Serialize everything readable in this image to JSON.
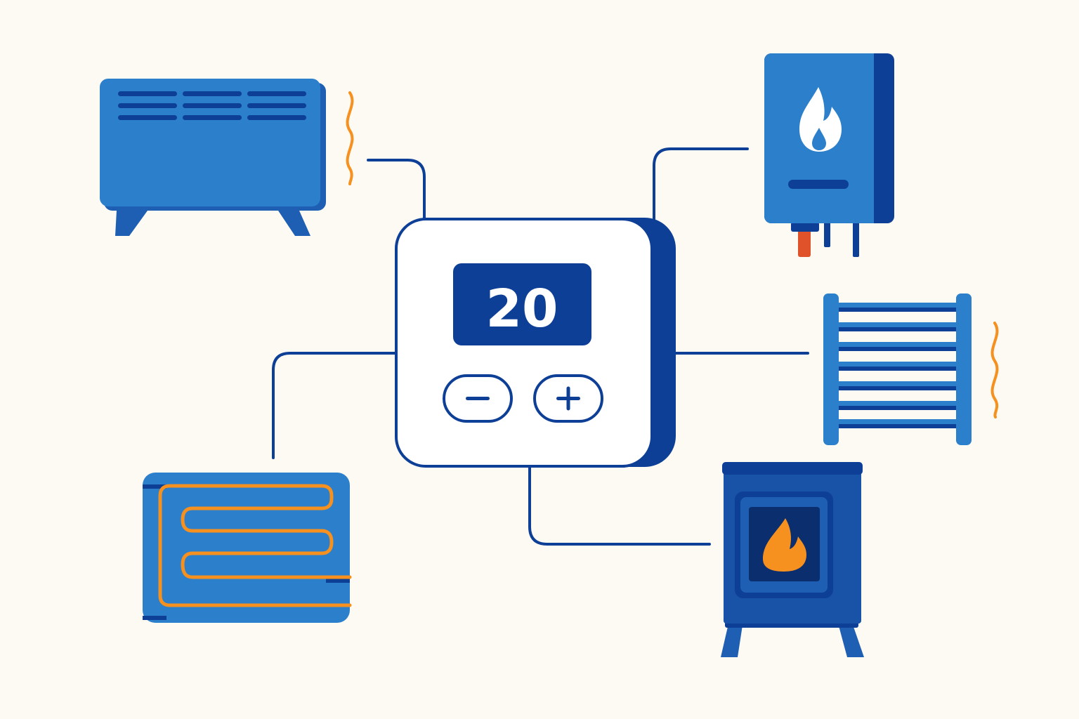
{
  "thermostat": {
    "temperature": "20",
    "minus_button": {
      "icon": "minus-icon"
    },
    "plus_button": {
      "icon": "plus-icon"
    }
  },
  "devices": [
    {
      "name": "convector-heater",
      "icon": "convector-heater-icon"
    },
    {
      "name": "gas-boiler",
      "icon": "gas-boiler-icon"
    },
    {
      "name": "towel-radiator",
      "icon": "towel-radiator-icon"
    },
    {
      "name": "wood-stove",
      "icon": "wood-stove-icon"
    },
    {
      "name": "underfloor-heating",
      "icon": "underfloor-heating-icon"
    }
  ],
  "colors": {
    "background": "#fdf9f3",
    "primary_blue": "#2b7fcb",
    "dark_blue": "#0d3f96",
    "navy": "#0a2e6e",
    "heat_orange": "#f6901e",
    "pipe_red": "#e0522a",
    "white": "#ffffff"
  }
}
